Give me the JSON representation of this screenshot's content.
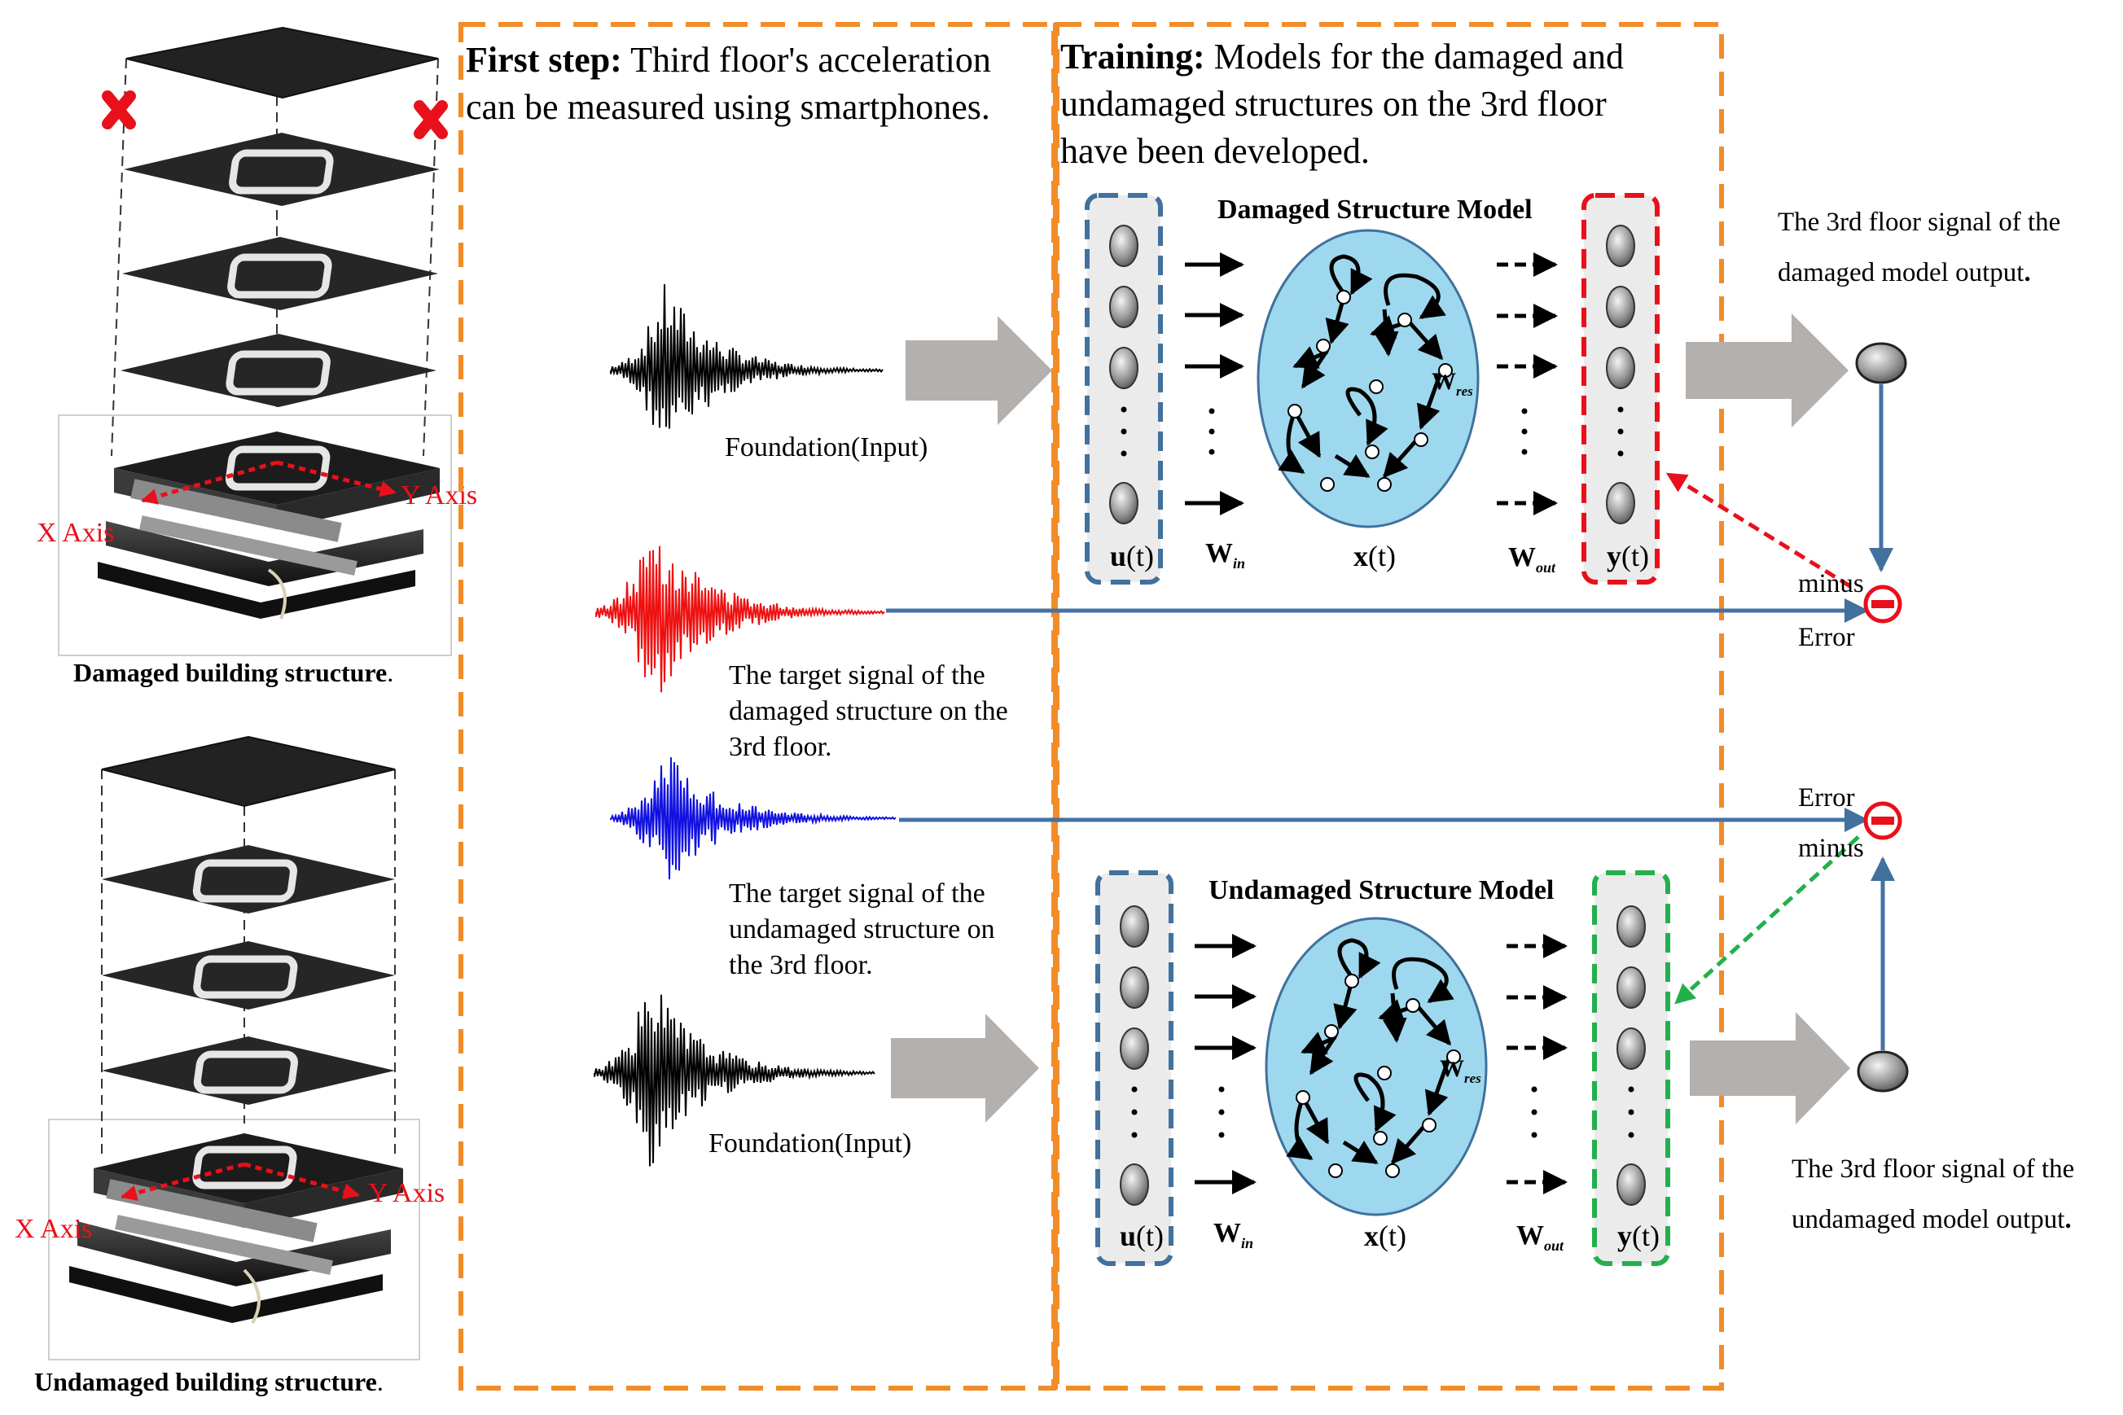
{
  "buildings": {
    "damaged": {
      "caption_bold": "Damaged building structure",
      "caption_tail": ".",
      "x_axis": "X Axis",
      "y_axis": "Y Axis"
    },
    "undamaged": {
      "caption_bold": "Undamaged building structure",
      "caption_tail": ".",
      "x_axis": "X Axis",
      "y_axis": "Y Axis"
    }
  },
  "first_step": {
    "title": "First step:",
    "line1": "Third floor's acceleration",
    "line2": "can be measured using smartphones."
  },
  "training": {
    "title": "Training:",
    "line1": "Models for the damaged and",
    "line2": "undamaged structures on the 3rd floor",
    "line3": "have been developed."
  },
  "signals": {
    "foundation_top": "Foundation(Input)",
    "foundation_bottom": "Foundation(Input)",
    "damaged_target": [
      "The target signal of the",
      "damaged structure on the",
      "3rd floor."
    ],
    "undamaged_target": [
      "The target signal of the",
      "undamaged structure on",
      "the 3rd floor."
    ]
  },
  "models": {
    "damaged": {
      "title": "Damaged Structure Model",
      "output": [
        "The 3rd floor signal of the",
        "damaged model output",
        "."
      ]
    },
    "undamaged": {
      "title": "Undamaged Structure Model",
      "output": [
        "The 3rd floor signal of the",
        "undamaged model output",
        "."
      ]
    },
    "input_label": "u",
    "win_label": "W",
    "win_sub": "in",
    "state_label": "x",
    "wres_label": "W",
    "wres_sub": "res",
    "wout_label": "W",
    "wout_sub": "out",
    "output_label": "y",
    "time_arg": "(t)"
  },
  "comparators": {
    "top": {
      "minus": "minus",
      "error": "Error"
    },
    "bottom": {
      "minus": "minus",
      "error": "Error"
    }
  },
  "colors": {
    "orange": "#f28c28",
    "blue_node": "#41719c",
    "red": "#e8101a",
    "green": "#23b04c",
    "reservoir": "#9ed8ee",
    "grey_arrow": "#b3b0ad",
    "line_blue": "#4472a4"
  }
}
